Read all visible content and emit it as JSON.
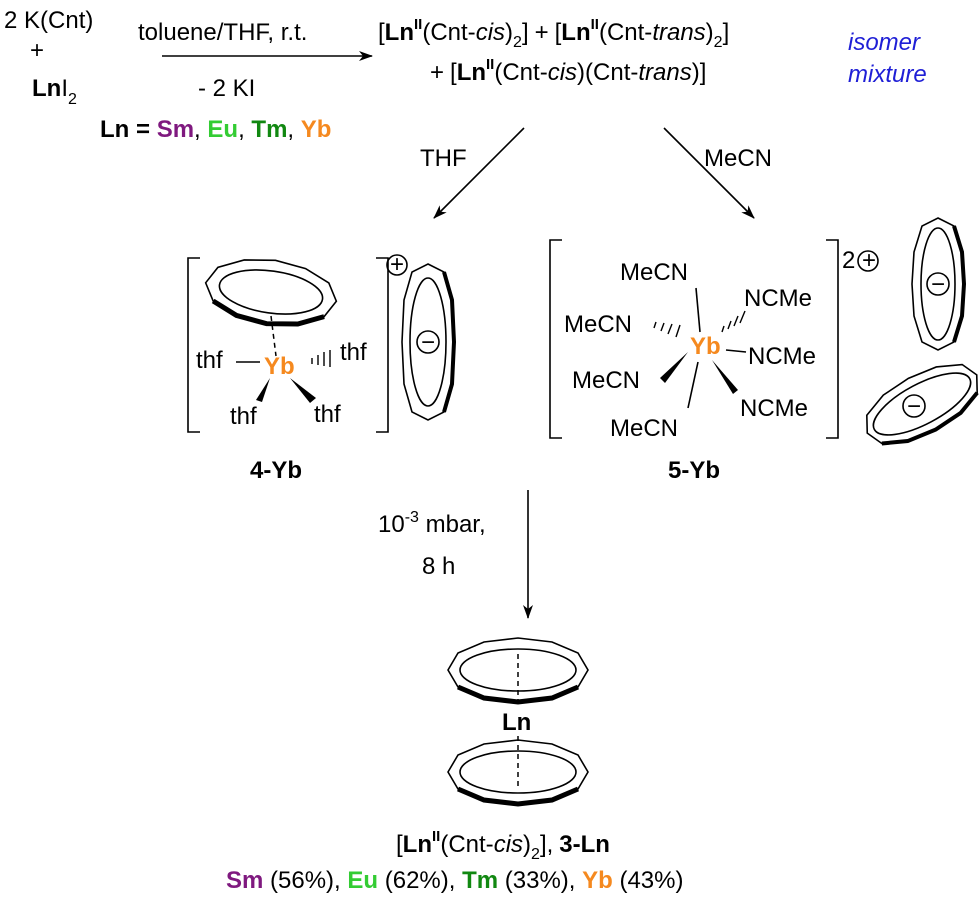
{
  "reactants": {
    "kcnt": "2 K(Cnt)",
    "plus": "+",
    "lni2_ln": "Ln",
    "lni2_i": "I",
    "lni2_sub": "2"
  },
  "conditions": {
    "solvent": "toluene/THF, r.t.",
    "byproduct": "- 2 KI"
  },
  "ln_def": {
    "lhs": "Ln",
    "eq": " = ",
    "sm": "Sm",
    "eu": "Eu",
    "tm": "Tm",
    "yb": "Yb",
    "sep": ", "
  },
  "products": {
    "ln": "Ln",
    "ox": "II",
    "cnt": "(Cnt-",
    "cis": "cis",
    "trans": "trans",
    "close": ")",
    "sub2": "2",
    "bracket_open": "[",
    "bracket_close": "]",
    "plus": "+",
    "isomer": "isomer",
    "mixture": "mixture"
  },
  "branches": {
    "thf": "THF",
    "mecn": "MeCN"
  },
  "complex_4": {
    "metal": "Yb",
    "ligand": "thf",
    "charge": "+",
    "anion_charge": "−",
    "label": "4-Yb"
  },
  "complex_5": {
    "metal": "Yb",
    "mecn": "MeCN",
    "ncme": "NCMe",
    "charge_num": "2",
    "charge": "+",
    "anion_charge": "−",
    "label": "5-Yb"
  },
  "vacuum": {
    "pressure_base": "10",
    "pressure_exp": "-3",
    "pressure_unit": " mbar,",
    "time": "8 h"
  },
  "complex_3": {
    "metal": "Ln",
    "formula_ln": "Ln",
    "formula_ox": "II",
    "formula_cnt": "(Cnt-",
    "formula_cis": "cis",
    "formula_close": ")",
    "formula_sub": "2",
    "formula_tail": "],",
    "label": "3-Ln"
  },
  "yields": {
    "sm": "Sm",
    "sm_val": " (56%), ",
    "eu": "Eu",
    "eu_val": " (62%), ",
    "tm": "Tm",
    "tm_val": " (33%), ",
    "yb": "Yb",
    "yb_val": " (43%)"
  },
  "colors": {
    "sm": "#7f197f",
    "eu": "#33cc33",
    "tm": "#118811",
    "yb": "#f5891f",
    "isomer_note": "#1f1fd6"
  }
}
